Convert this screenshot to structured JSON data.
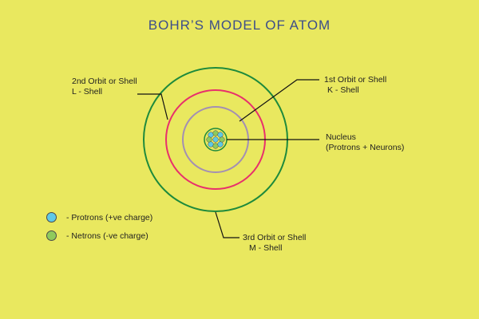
{
  "title": "BOHR’S  MODEL  OF  ATOM",
  "labels": {
    "shell2_line1": "2nd Orbit or Shell",
    "shell2_line2": "L - Shell",
    "shell1_line1": "1st Orbit or  Shell",
    "shell1_line2": "K - Shell",
    "nucleus_line1": "Nucleus",
    "nucleus_line2": "(Protrons + Neurons)",
    "shell3_line1": "3rd Orbit or Shell",
    "shell3_line2": "M - Shell"
  },
  "legend": [
    {
      "text": "-  Protrons (+ve charge)",
      "color": "#5ec9e6"
    },
    {
      "text": "-  Netrons (-ve charge)",
      "color": "#8fca5c"
    }
  ],
  "colors": {
    "background": "#e9e85f",
    "shell_k": "#a38fb3",
    "shell_l": "#e8306c",
    "shell_m": "#1e8a3c",
    "nucleus_outline": "#1e8a3c",
    "proton": "#5ec9e6",
    "neutron": "#8fca5c",
    "leader_line": "#111111"
  }
}
